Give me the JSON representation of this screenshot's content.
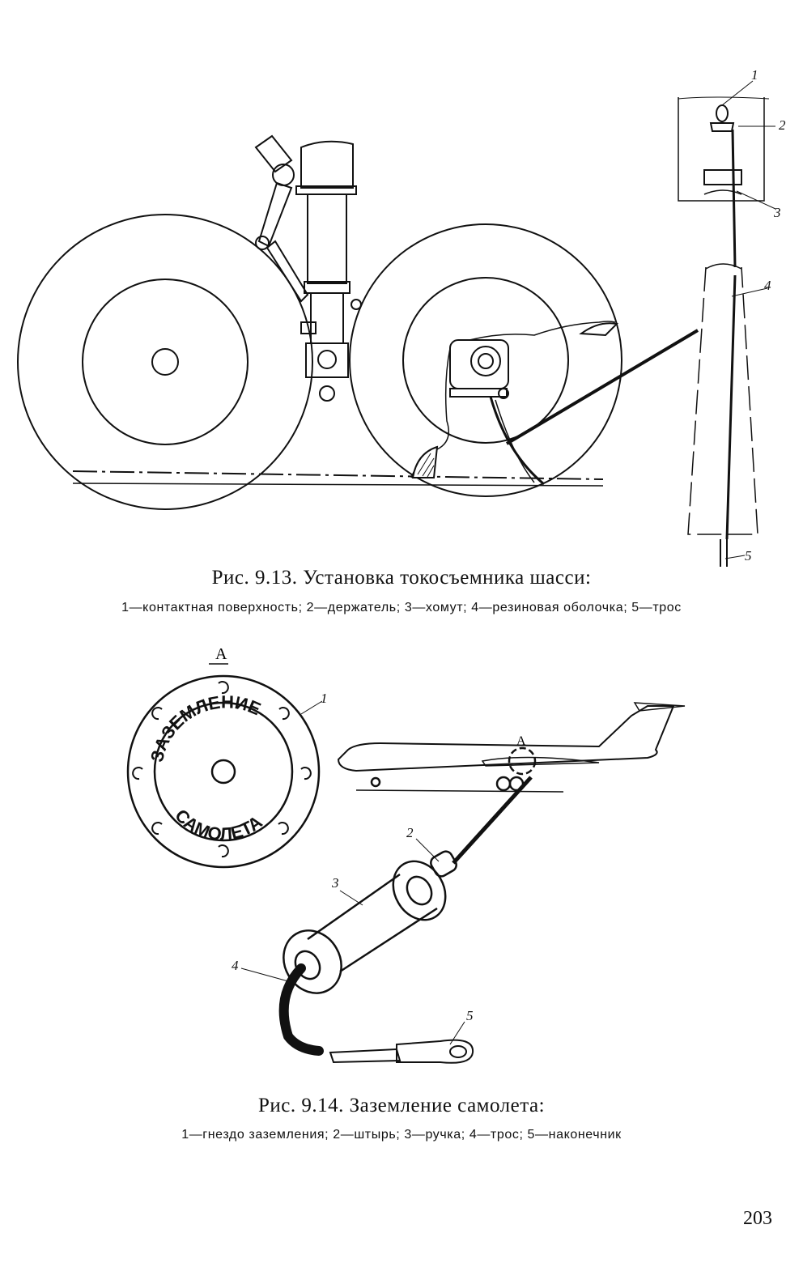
{
  "figure_1": {
    "caption": "Рис. 9.13. Установка токосъемника шасси:",
    "legend": "1—контактная поверхность; 2—держатель; 3—хомут; 4—резиновая оболочка; 5—трос",
    "callouts": [
      "1",
      "2",
      "3",
      "4",
      "5"
    ]
  },
  "figure_2": {
    "caption": "Рис. 9.14. Заземление самолета:",
    "legend": "1—гнездо заземления; 2—штырь; 3—ручка; 4—трос; 5—наконечник",
    "view_label": "А",
    "plane_label": "А",
    "stamp_top": "ЗАЗЕМЛЕНИЕ",
    "stamp_bottom": "САМОЛЕТА",
    "callouts": [
      "1",
      "2",
      "3",
      "4",
      "5"
    ]
  },
  "page_number": "203"
}
